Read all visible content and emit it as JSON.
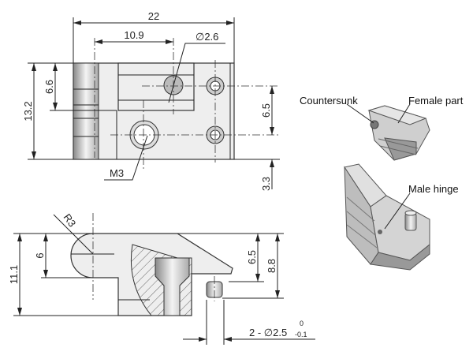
{
  "top_view": {
    "dims": {
      "overall_width": "22",
      "hole_offset": "10.9",
      "pin_hole_dia": "∅2.6",
      "height": "13.2",
      "half_height": "6.6",
      "hole_spacing": "6.5",
      "hole_bottom": "3.3",
      "thread": "M3"
    }
  },
  "side_view": {
    "dims": {
      "radius": "R3",
      "total_height": "11.1",
      "knuckle_height": "6",
      "upper_height": "6.5",
      "pin_height": "8.8",
      "pin_dia": "2 - ∅2.5",
      "tol_upper": "0",
      "tol_lower": "-0.1"
    }
  },
  "iso_view": {
    "labels": {
      "countersunk": "Countersunk",
      "female": "Female part",
      "male": "Male hinge"
    }
  },
  "colors": {
    "line": "#222222",
    "part": "#e0e0e0"
  }
}
